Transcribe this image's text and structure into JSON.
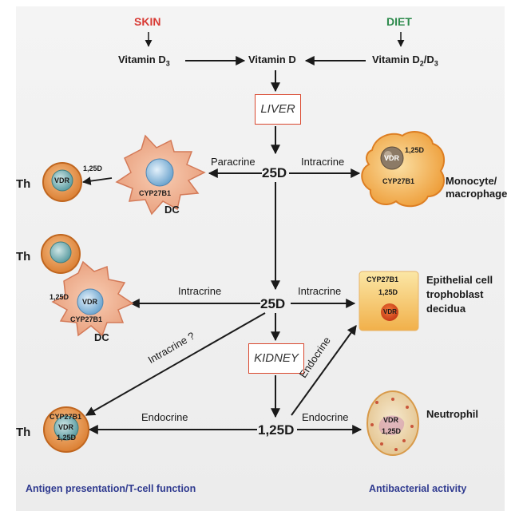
{
  "sources": {
    "skin": "SKIN",
    "diet": "DIET"
  },
  "vitamins": {
    "d3": {
      "base": "Vitamin D",
      "sub": "3"
    },
    "d": "Vitamin D",
    "d2d3": {
      "base": "Vitamin D",
      "sub1": "2",
      "sep": "/D",
      "sub2": "3"
    }
  },
  "organs": {
    "liver": "LIVER",
    "kidney": "KIDNEY"
  },
  "metabolites": {
    "upper_25d": "25D",
    "middle_25d": "25D",
    "bottom_125d": "1,25D"
  },
  "routes": {
    "paracrine": "Paracrine",
    "intracrine_upper_right": "Intracrine",
    "intracrine_middle_left": "Intracrine",
    "intracrine_middle_right": "Intracrine",
    "intracrine_question": "Intracrine ?",
    "endocrine_diagonal": "Endocrine",
    "endocrine_left": "Endocrine",
    "endocrine_right": "Endocrine"
  },
  "cells": {
    "th_top": {
      "label": "Th",
      "vdr": "VDR",
      "arrow_label": "1,25D"
    },
    "dc_top": {
      "enzyme": "CYP27B1",
      "label": "DC"
    },
    "macrophage": {
      "vdr": "VDR",
      "d125": "1,25D",
      "enzyme": "CYP27B1",
      "label_line1": "Monocyte/",
      "label_line2": "macrophage"
    },
    "th_middle": {
      "label": "Th"
    },
    "dc_middle": {
      "d125": "1,25D",
      "vdr": "VDR",
      "enzyme": "CYP27B1",
      "label": "DC"
    },
    "epithelial": {
      "enzyme": "CYP27B1",
      "d125": "1,25D",
      "vdr": "VDR",
      "label_line1": "Epithelial cell",
      "label_line2": "trophoblast",
      "label_line3": "decidua"
    },
    "th_bottom": {
      "label": "Th",
      "enzyme": "CYP27B1",
      "vdr": "VDR",
      "d125": "1,25D"
    },
    "neutrophil": {
      "vdr": "VDR",
      "d125": "1,25D",
      "label": "Neutrophil"
    }
  },
  "footer": {
    "left": "Antigen presentation/T-cell function",
    "right": "Antibacterial activity"
  },
  "colors": {
    "skin": "#d83a34",
    "diet": "#2d8a4c",
    "organ_border": "#d9482f",
    "footer": "#2f3a8f",
    "cell_orange": "#e8973f",
    "cell_membrane": "#cf6e24",
    "nucleus_teal": "#7fb6b8",
    "macrophage_body": "#f3b45a",
    "epithelial": "#f5c15c",
    "neutrophil": "#eedbb4"
  }
}
